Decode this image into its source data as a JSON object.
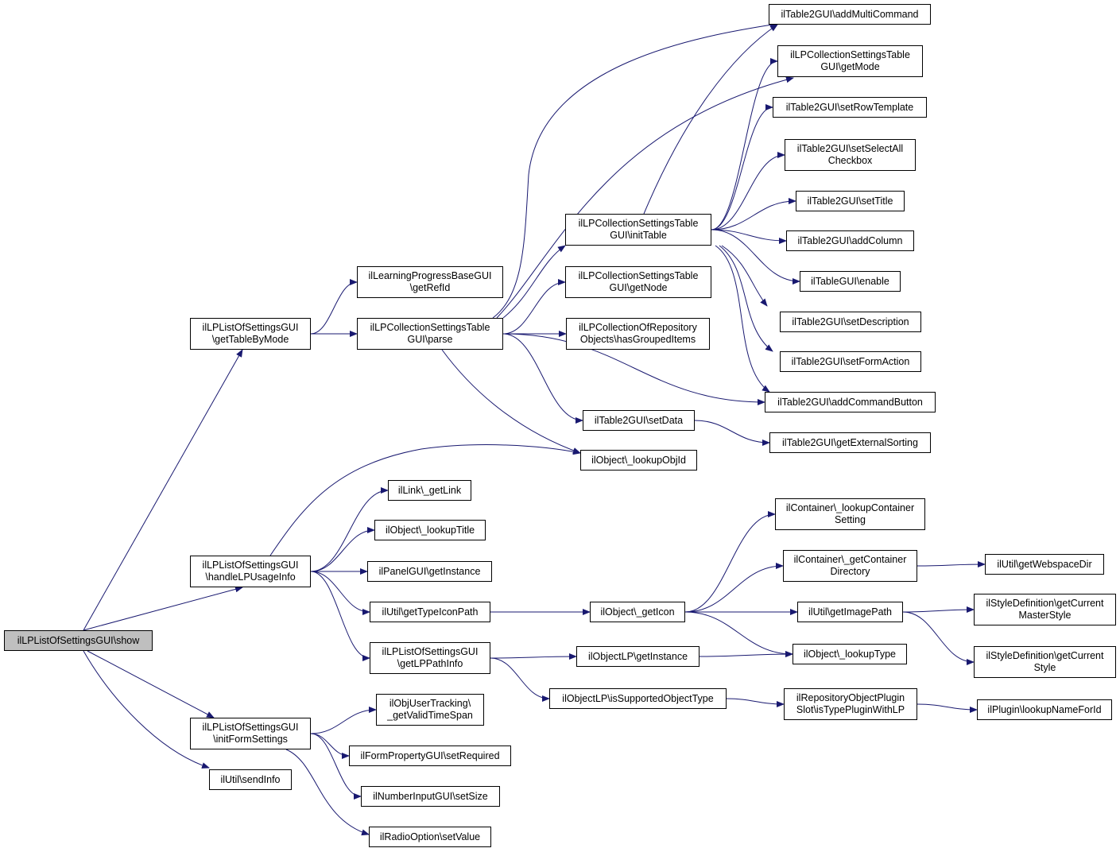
{
  "graph": {
    "edge_color": "#191970",
    "root_fill": "#bfbfbf",
    "node_fill": "#ffffff",
    "nodes": {
      "show": {
        "lines": [
          "ilLPListOfSettingsGUI\\show"
        ],
        "root": true
      },
      "getTableByMode": {
        "lines": [
          "ilLPListOfSettingsGUI",
          "\\getTableByMode"
        ]
      },
      "handleLPUsageInfo": {
        "lines": [
          "ilLPListOfSettingsGUI",
          "\\handleLPUsageInfo"
        ]
      },
      "initFormSettings": {
        "lines": [
          "ilLPListOfSettingsGUI",
          "\\initFormSettings"
        ]
      },
      "sendInfo": {
        "lines": [
          "ilUtil\\sendInfo"
        ]
      },
      "getRefId": {
        "lines": [
          "ilLearningProgressBaseGUI",
          "\\getRefId"
        ]
      },
      "parse": {
        "lines": [
          "ilLPCollectionSettingsTable",
          "GUI\\parse"
        ]
      },
      "initTable": {
        "lines": [
          "ilLPCollectionSettingsTable",
          "GUI\\initTable"
        ]
      },
      "getNode": {
        "lines": [
          "ilLPCollectionSettingsTable",
          "GUI\\getNode"
        ]
      },
      "hasGroupedItems": {
        "lines": [
          "ilLPCollectionOfRepository",
          "Objects\\hasGroupedItems"
        ]
      },
      "setData": {
        "lines": [
          "ilTable2GUI\\setData"
        ]
      },
      "lookupObjId": {
        "lines": [
          "ilObject\\_lookupObjId"
        ]
      },
      "addMultiCommand": {
        "lines": [
          "ilTable2GUI\\addMultiCommand"
        ]
      },
      "getMode": {
        "lines": [
          "ilLPCollectionSettingsTable",
          "GUI\\getMode"
        ]
      },
      "setRowTemplate": {
        "lines": [
          "ilTable2GUI\\setRowTemplate"
        ]
      },
      "setSelectAllCheckbox": {
        "lines": [
          "ilTable2GUI\\setSelectAll",
          "Checkbox"
        ]
      },
      "setTitle": {
        "lines": [
          "ilTable2GUI\\setTitle"
        ]
      },
      "addColumn": {
        "lines": [
          "ilTable2GUI\\addColumn"
        ]
      },
      "enable": {
        "lines": [
          "ilTableGUI\\enable"
        ]
      },
      "setDescription": {
        "lines": [
          "ilTable2GUI\\setDescription"
        ]
      },
      "setFormAction": {
        "lines": [
          "ilTable2GUI\\setFormAction"
        ]
      },
      "addCommandButton": {
        "lines": [
          "ilTable2GUI\\addCommandButton"
        ]
      },
      "getExternalSorting": {
        "lines": [
          "ilTable2GUI\\getExternalSorting"
        ]
      },
      "getLink": {
        "lines": [
          "ilLink\\_getLink"
        ]
      },
      "lookupTitle": {
        "lines": [
          "ilObject\\_lookupTitle"
        ]
      },
      "panelGetInstance": {
        "lines": [
          "ilPanelGUI\\getInstance"
        ]
      },
      "getTypeIconPath": {
        "lines": [
          "ilUtil\\getTypeIconPath"
        ]
      },
      "getLPPathInfo": {
        "lines": [
          "ilLPListOfSettingsGUI",
          "\\getLPPathInfo"
        ]
      },
      "getIcon": {
        "lines": [
          "ilObject\\_getIcon"
        ]
      },
      "lookupContainerSetting": {
        "lines": [
          "ilContainer\\_lookupContainer",
          "Setting"
        ]
      },
      "getContainerDirectory": {
        "lines": [
          "ilContainer\\_getContainer",
          "Directory"
        ]
      },
      "getWebspaceDir": {
        "lines": [
          "ilUtil\\getWebspaceDir"
        ]
      },
      "getImagePath": {
        "lines": [
          "ilUtil\\getImagePath"
        ]
      },
      "getCurrentMasterStyle": {
        "lines": [
          "ilStyleDefinition\\getCurrent",
          "MasterStyle"
        ]
      },
      "getCurrentStyle": {
        "lines": [
          "ilStyleDefinition\\getCurrent",
          "Style"
        ]
      },
      "lookupType": {
        "lines": [
          "ilObject\\_lookupType"
        ]
      },
      "objectLPGetInstance": {
        "lines": [
          "ilObjectLP\\getInstance"
        ]
      },
      "isSupportedObjectType": {
        "lines": [
          "ilObjectLP\\isSupportedObjectType"
        ]
      },
      "isTypePluginWithLP": {
        "lines": [
          "ilRepositoryObjectPlugin",
          "Slot\\isTypePluginWithLP"
        ]
      },
      "lookupNameForId": {
        "lines": [
          "ilPlugin\\lookupNameForId"
        ]
      },
      "getValidTimeSpan": {
        "lines": [
          "ilObjUserTracking\\",
          "_getValidTimeSpan"
        ]
      },
      "setRequired": {
        "lines": [
          "ilFormPropertyGUI\\setRequired"
        ]
      },
      "setSize": {
        "lines": [
          "ilNumberInputGUI\\setSize"
        ]
      },
      "setValue": {
        "lines": [
          "ilRadioOption\\setValue"
        ]
      }
    },
    "edges": [
      [
        "show",
        "getTableByMode"
      ],
      [
        "show",
        "handleLPUsageInfo"
      ],
      [
        "show",
        "initFormSettings"
      ],
      [
        "show",
        "sendInfo"
      ],
      [
        "getTableByMode",
        "getRefId"
      ],
      [
        "getTableByMode",
        "parse"
      ],
      [
        "parse",
        "addMultiCommand"
      ],
      [
        "parse",
        "getMode"
      ],
      [
        "parse",
        "initTable"
      ],
      [
        "parse",
        "getNode"
      ],
      [
        "parse",
        "hasGroupedItems"
      ],
      [
        "parse",
        "addCommandButton"
      ],
      [
        "parse",
        "setData"
      ],
      [
        "parse",
        "lookupObjId"
      ],
      [
        "initTable",
        "addMultiCommand"
      ],
      [
        "initTable",
        "getMode"
      ],
      [
        "initTable",
        "setRowTemplate"
      ],
      [
        "initTable",
        "setSelectAllCheckbox"
      ],
      [
        "initTable",
        "setTitle"
      ],
      [
        "initTable",
        "addColumn"
      ],
      [
        "initTable",
        "enable"
      ],
      [
        "initTable",
        "setDescription"
      ],
      [
        "initTable",
        "setFormAction"
      ],
      [
        "initTable",
        "addCommandButton"
      ],
      [
        "setData",
        "getExternalSorting"
      ],
      [
        "handleLPUsageInfo",
        "lookupObjId"
      ],
      [
        "handleLPUsageInfo",
        "getLink"
      ],
      [
        "handleLPUsageInfo",
        "lookupTitle"
      ],
      [
        "handleLPUsageInfo",
        "panelGetInstance"
      ],
      [
        "handleLPUsageInfo",
        "getTypeIconPath"
      ],
      [
        "handleLPUsageInfo",
        "getLPPathInfo"
      ],
      [
        "getTypeIconPath",
        "getIcon"
      ],
      [
        "getIcon",
        "lookupContainerSetting"
      ],
      [
        "getIcon",
        "getContainerDirectory"
      ],
      [
        "getIcon",
        "getImagePath"
      ],
      [
        "getIcon",
        "lookupType"
      ],
      [
        "getContainerDirectory",
        "getWebspaceDir"
      ],
      [
        "getImagePath",
        "getCurrentMasterStyle"
      ],
      [
        "getImagePath",
        "getCurrentStyle"
      ],
      [
        "getLPPathInfo",
        "objectLPGetInstance"
      ],
      [
        "getLPPathInfo",
        "isSupportedObjectType"
      ],
      [
        "objectLPGetInstance",
        "lookupType"
      ],
      [
        "isSupportedObjectType",
        "isTypePluginWithLP"
      ],
      [
        "isTypePluginWithLP",
        "lookupNameForId"
      ],
      [
        "initFormSettings",
        "getValidTimeSpan"
      ],
      [
        "initFormSettings",
        "setRequired"
      ],
      [
        "initFormSettings",
        "setSize"
      ],
      [
        "initFormSettings",
        "setValue"
      ]
    ]
  }
}
